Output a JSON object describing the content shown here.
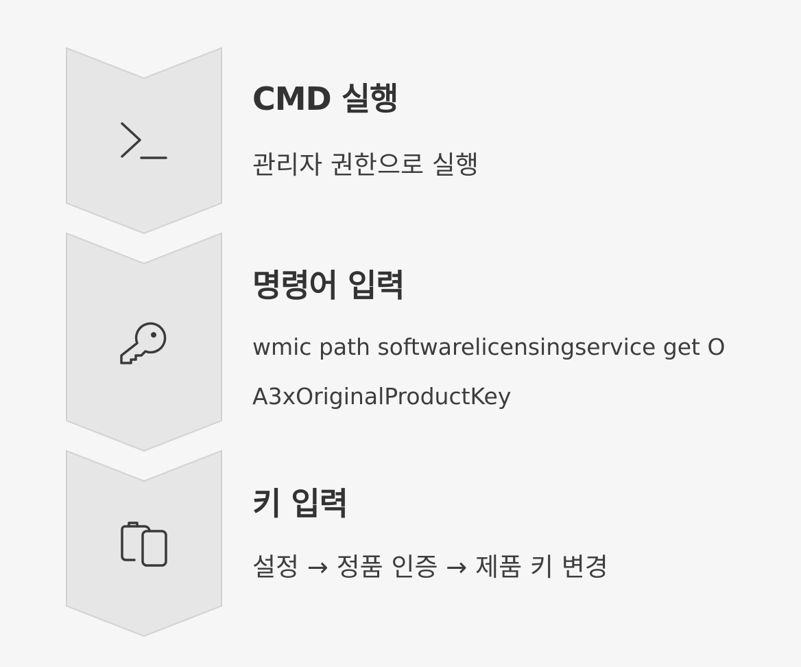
{
  "steps": [
    {
      "title": "CMD 실행",
      "description": "관리자 권한으로 실행",
      "icon": "terminal-icon"
    },
    {
      "title": "명령어 입력",
      "description": "wmic path softwarelicensingservice get OA3xOriginalProductKey",
      "icon": "key-icon"
    },
    {
      "title": "키 입력",
      "description": "설정 → 정품 인증 → 제품 키 변경",
      "icon": "clipboard-icon"
    }
  ],
  "colors": {
    "background": "#f6f6f6",
    "chevron_fill": "#e6e6e6",
    "chevron_stroke": "#d2d2d2",
    "icon_stroke": "#3a3a3a",
    "text": "#333333"
  }
}
